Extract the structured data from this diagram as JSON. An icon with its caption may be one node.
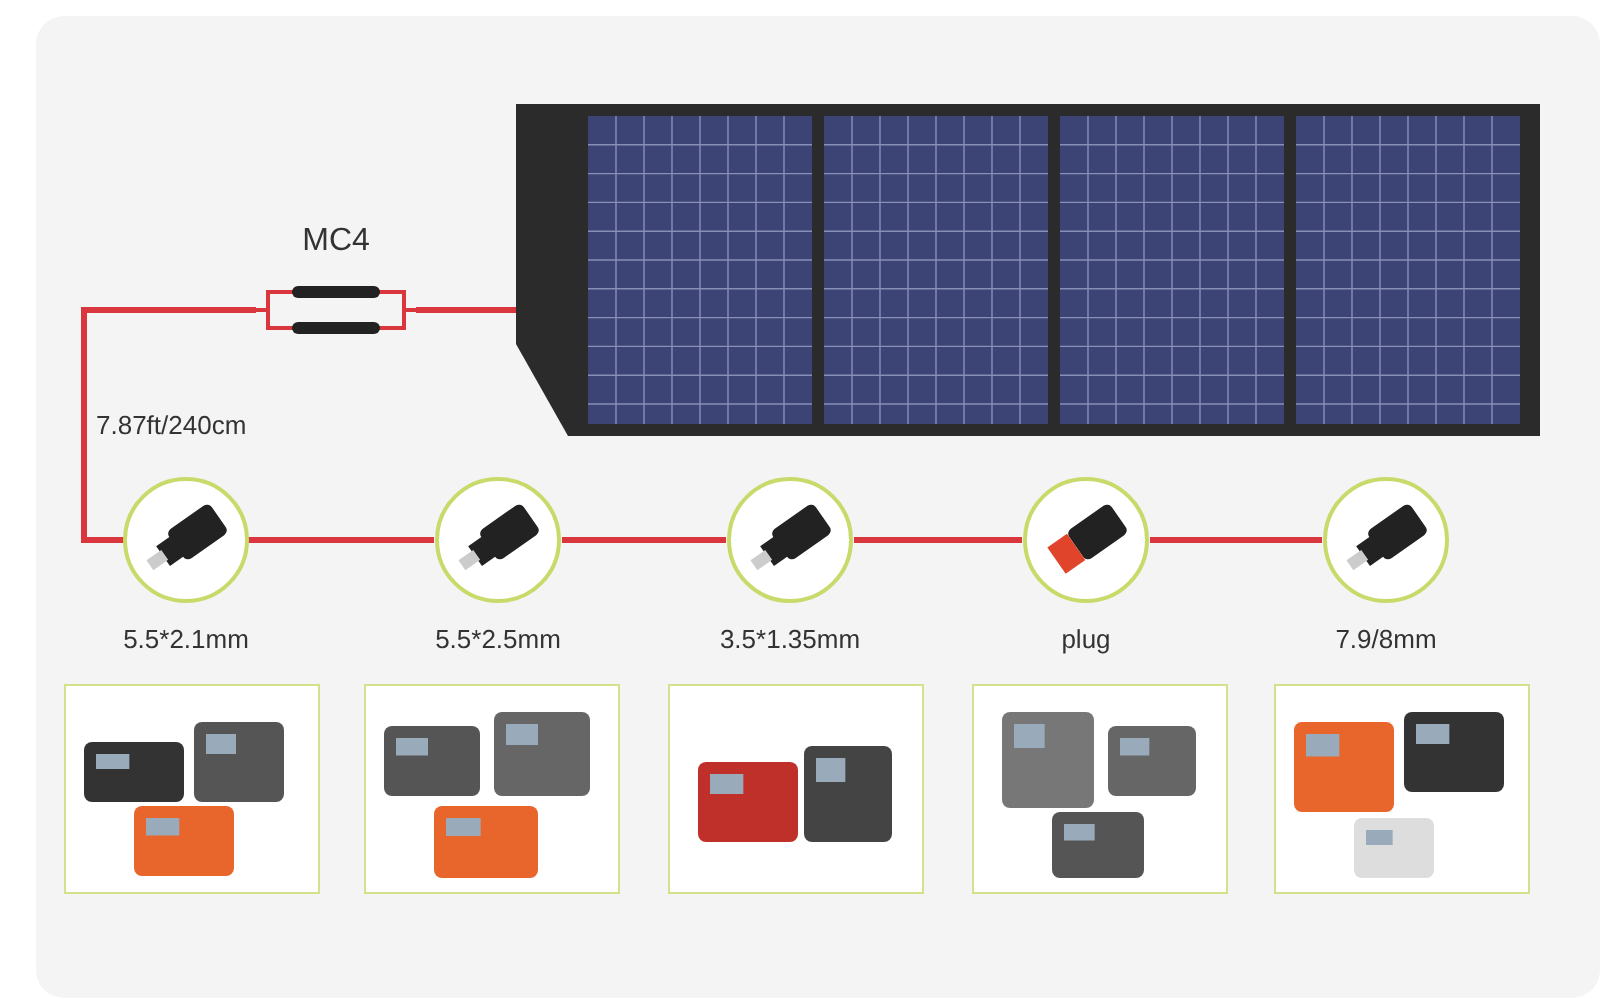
{
  "diagram": {
    "nodes": [
      {
        "text": [],
        "shape": "picture"
      },
      {
        "text": [
          "MC4"
        ]
      },
      {
        "text": [
          "5.5*2.1mm"
        ]
      },
      {
        "text": [
          "5.5*2.5mm"
        ]
      },
      {
        "text": [
          "3.5*1.35mm"
        ]
      },
      {
        "text": [
          "plug"
        ]
      },
      {
        "text": [
          "7.9/8mm"
        ]
      },
      {
        "text": [],
        "shape": "picture"
      },
      {
        "text": [],
        "shape": "picture"
      },
      {
        "text": [],
        "shape": "picture"
      },
      {
        "text": [],
        "shape": "picture"
      },
      {
        "text": [],
        "shape": "picture"
      }
    ],
    "edges": [
      {
        "from": 0,
        "to": 1,
        "arrow": "none",
        "color": "#d9363e"
      },
      {
        "from": 1,
        "to": 2,
        "arrow": "none",
        "label": "7.87ft/240cm",
        "color": "#d9363e"
      },
      {
        "from": 2,
        "to": 3,
        "arrow": "none",
        "color": "#d9363e"
      },
      {
        "from": 3,
        "to": 4,
        "arrow": "none",
        "color": "#d9363e"
      },
      {
        "from": 4,
        "to": 5,
        "arrow": "none",
        "color": "#d9363e"
      },
      {
        "from": 5,
        "to": 6,
        "arrow": "none",
        "color": "#d9363e"
      }
    ]
  }
}
